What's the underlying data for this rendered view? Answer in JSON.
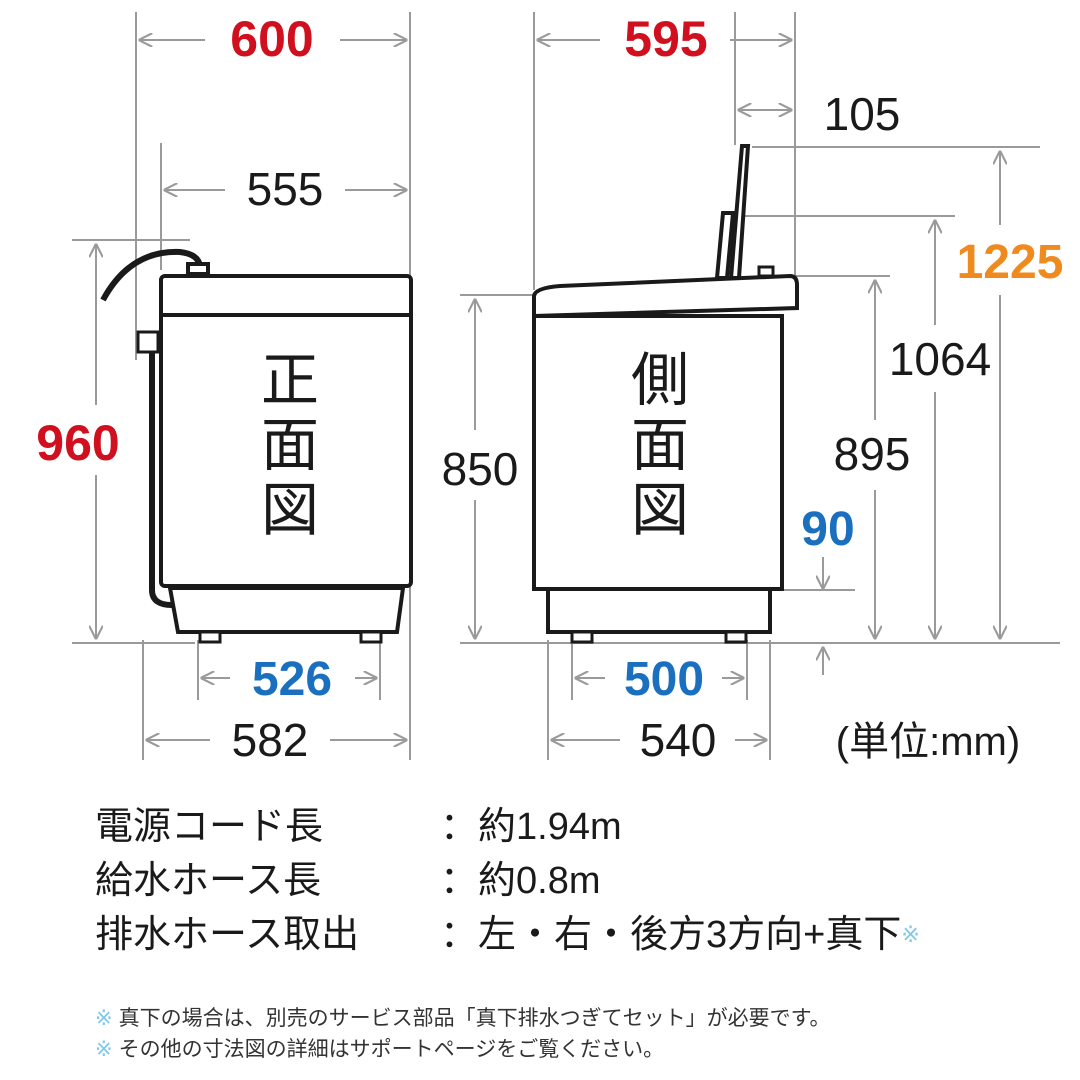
{
  "front_view": {
    "label_chars": [
      "正",
      "面",
      "図"
    ],
    "width_overall": "600",
    "width_body": "555",
    "height_overall": "960",
    "base_width": "582",
    "foot_pitch": "526"
  },
  "side_view": {
    "label_chars": [
      "側",
      "面",
      "図"
    ],
    "depth_overall": "595",
    "lid_overhang": "105",
    "body_height": "850",
    "height_lid_open": "1225",
    "height_mid": "1064",
    "height_top": "895",
    "bottom_clearance": "90",
    "base_depth": "540",
    "foot_pitch": "500"
  },
  "unit_label": "(単位:mm)",
  "colors": {
    "red": "#d0101e",
    "blue": "#1a6fbf",
    "orange": "#ef8a1e",
    "line": "#9a9a9a"
  },
  "specs": [
    {
      "key": "電源コード長",
      "value": "：約1.94m"
    },
    {
      "key": "給水ホース長",
      "value": "：約0.8m"
    },
    {
      "key": "排水ホース取出",
      "value": "：左・右・後方3方向+真下"
    }
  ],
  "spec_mark": "※",
  "notes": [
    "真下の場合は、別売のサービス部品「真下排水つぎてセット」が必要です。",
    "その他の寸法図の詳細はサポートページをご覧ください。"
  ]
}
